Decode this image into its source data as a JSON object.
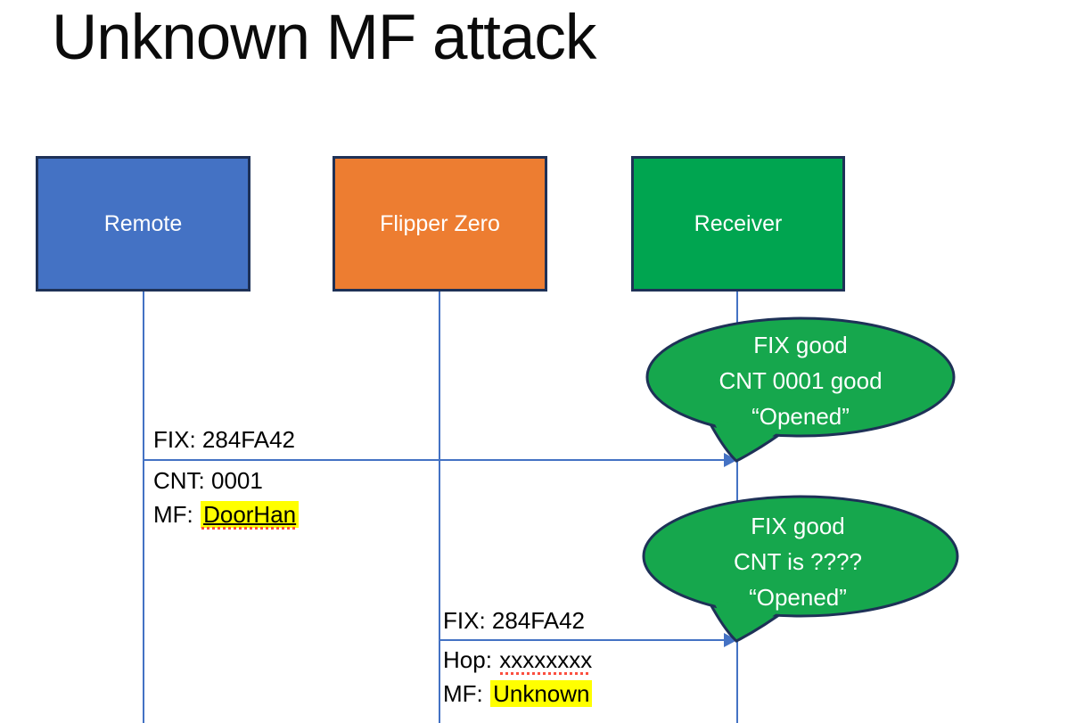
{
  "title": "Unknown MF attack",
  "actors": {
    "remote": {
      "label": "Remote",
      "color": "#4472C4"
    },
    "flipper": {
      "label": "Flipper Zero",
      "color": "#ED7D31"
    },
    "receiver": {
      "label": "Receiver",
      "color": "#00A550"
    }
  },
  "message1": {
    "fix": "FIX: 284FA42",
    "cnt": "CNT: 0001",
    "mf_prefix": "MF:",
    "mf_value": "DoorHan"
  },
  "message2": {
    "fix": "FIX: 284FA42",
    "hop_prefix": "Hop:",
    "hop_value": "xxxxxxxx",
    "mf_prefix": "MF:",
    "mf_value": "Unknown"
  },
  "callout1": {
    "line1": "FIX good",
    "line2": "CNT 0001 good",
    "line3": "“Opened”"
  },
  "callout2": {
    "line1": "FIX good",
    "line2": "CNT is ????",
    "line3": "“Opened”"
  },
  "colors": {
    "lifeline": "#4472C4",
    "shape_border": "#1E3157",
    "callout_fill": "#16A74D",
    "highlight": "#FFFF00",
    "spellcheck": "#FB4F3F"
  }
}
